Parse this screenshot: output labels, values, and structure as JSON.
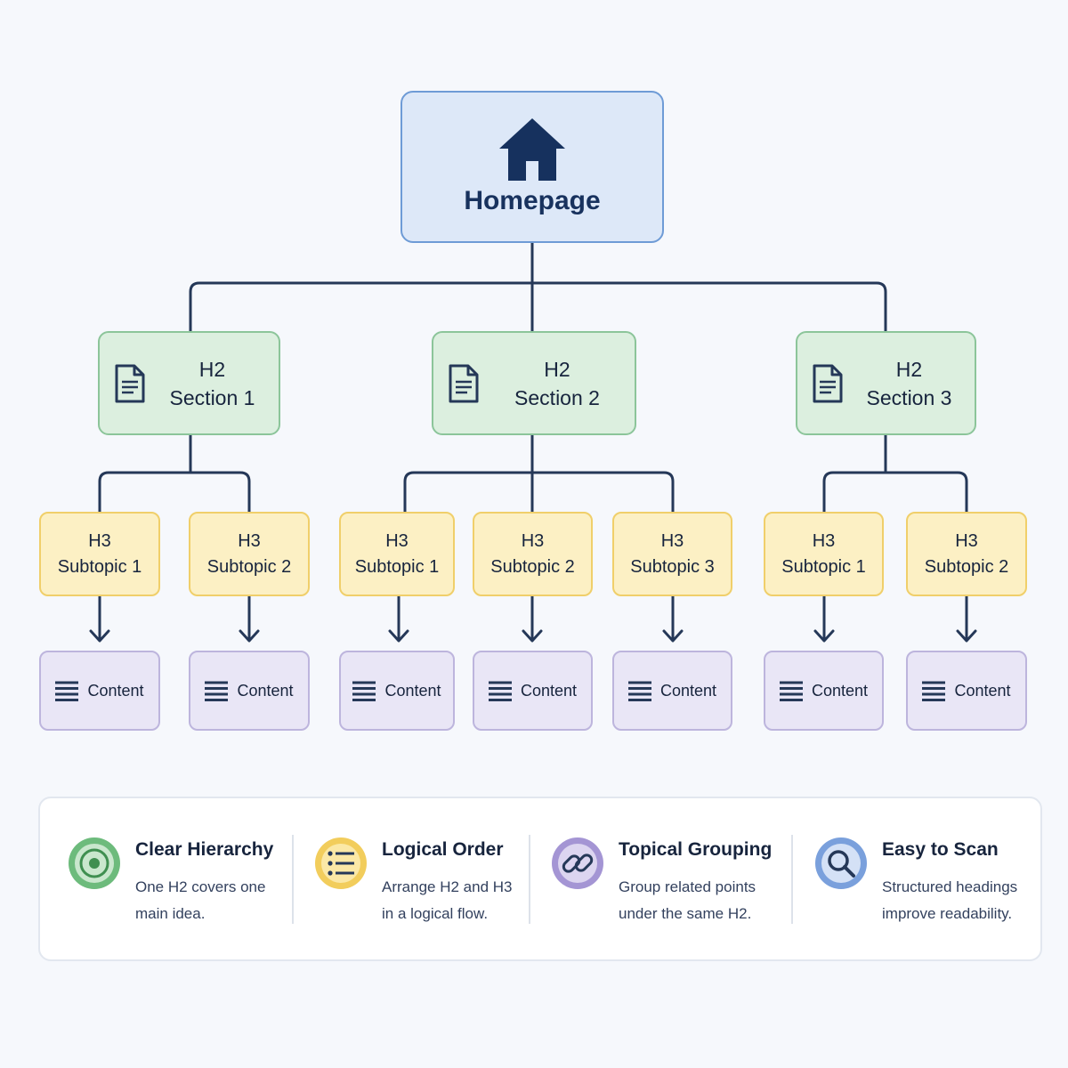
{
  "root": {
    "label": "Homepage",
    "icon": "house-icon"
  },
  "sections": [
    {
      "level": "H2",
      "label": "Section 1",
      "subtopics": [
        {
          "level": "H3",
          "label": "Subtopic 1",
          "content": "Content"
        },
        {
          "level": "H3",
          "label": "Subtopic 2",
          "content": "Content"
        }
      ]
    },
    {
      "level": "H2",
      "label": "Section 2",
      "subtopics": [
        {
          "level": "H3",
          "label": "Subtopic 1",
          "content": "Content"
        },
        {
          "level": "H3",
          "label": "Subtopic 2",
          "content": "Content"
        },
        {
          "level": "H3",
          "label": "Subtopic 3",
          "content": "Content"
        }
      ]
    },
    {
      "level": "H2",
      "label": "Section 3",
      "subtopics": [
        {
          "level": "H3",
          "label": "Subtopic 1",
          "content": "Content"
        },
        {
          "level": "H3",
          "label": "Subtopic 2",
          "content": "Content"
        }
      ]
    }
  ],
  "legend": [
    {
      "title": "Clear Hierarchy",
      "lines": [
        "One H2 covers one",
        "main idea."
      ],
      "icon": "target-icon",
      "color": "#6dbb7c"
    },
    {
      "title": "Logical Order",
      "lines": [
        "Arrange H2 and H3",
        "in a logical flow."
      ],
      "icon": "list-icon",
      "color": "#f2cd5c"
    },
    {
      "title": "Topical Grouping",
      "lines": [
        "Group related points",
        "under the same H2."
      ],
      "icon": "link-icon",
      "color": "#a495d4"
    },
    {
      "title": "Easy to Scan",
      "lines": [
        "Structured headings",
        "improve readability."
      ],
      "icon": "magnifier-icon",
      "color": "#7aa0dc"
    }
  ],
  "colors": {
    "line": "#253858",
    "root_fill": "#dde8f8",
    "root_border": "#6e9bd6",
    "h2_fill": "#dcefdf",
    "h2_border": "#8cc59a",
    "h3_fill": "#fcf0c4",
    "h3_border": "#f0cf6a",
    "content_fill": "#e9e6f6",
    "content_border": "#bdb5dd"
  }
}
